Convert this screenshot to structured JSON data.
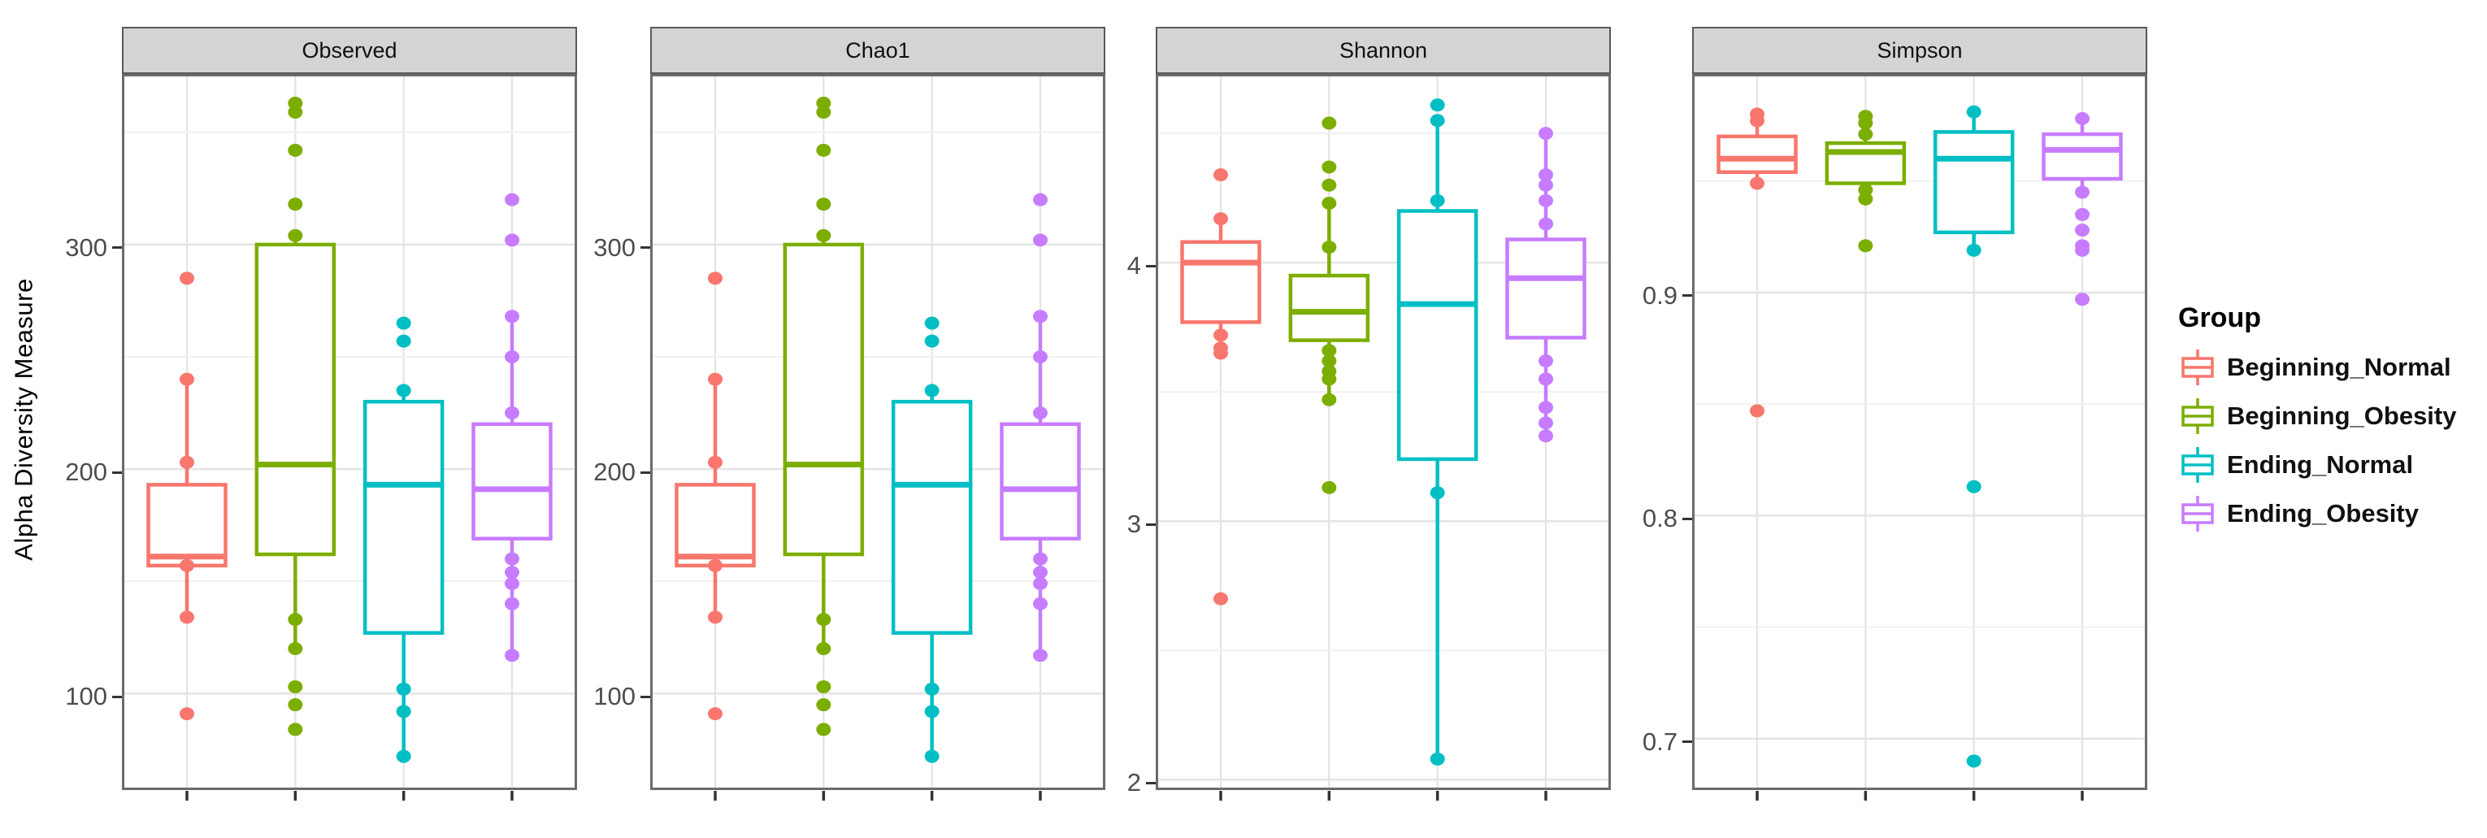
{
  "figure": {
    "y_axis_title": "Alpha Diversity Measure",
    "background": "#ffffff",
    "strip_bg": "#d4d4d4",
    "panel_border": "#6b6b6b",
    "grid_major": "#e4e4e4",
    "grid_minor": "#f1f1f1",
    "tick_color": "#333333",
    "tick_text_color": "#4d4d4d"
  },
  "legend": {
    "title": "Group",
    "entries": [
      {
        "label": "Beginning_Normal",
        "color": "#F8766D",
        "icon": "boxplot-key"
      },
      {
        "label": "Beginning_Obesity",
        "color": "#7CAE00",
        "icon": "boxplot-key"
      },
      {
        "label": "Ending_Normal",
        "color": "#00BFC4",
        "icon": "boxplot-key"
      },
      {
        "label": "Ending_Obesity",
        "color": "#C77CFF",
        "icon": "boxplot-key"
      }
    ]
  },
  "chart_data": {
    "type": "boxplot-faceted",
    "x_groups": [
      "Beginning_Normal",
      "Beginning_Obesity",
      "Ending_Normal",
      "Ending_Obesity"
    ],
    "group_colors": [
      "#F8766D",
      "#7CAE00",
      "#00BFC4",
      "#C77CFF"
    ],
    "legend_position": "right",
    "grid": true,
    "facets": [
      {
        "title": "Observed",
        "y_range": [
          57,
          376
        ],
        "y_ticks": [
          {
            "label": "100",
            "value": 100
          },
          {
            "label": "200",
            "value": 200
          },
          {
            "label": "300",
            "value": 300
          }
        ],
        "y_minor": [
          150,
          250,
          350
        ],
        "boxes": [
          {
            "group": "Beginning_Normal",
            "q1": 157,
            "median": 161,
            "q3": 193,
            "whisker_low": 134,
            "whisker_high": 240,
            "points": [
              285,
              240,
              203,
              157,
              134,
              91
            ]
          },
          {
            "group": "Beginning_Obesity",
            "q1": 162,
            "median": 202,
            "q3": 300,
            "whisker_low": 120,
            "whisker_high": 304,
            "points": [
              363,
              359,
              342,
              318,
              304,
              133,
              120,
              103,
              95,
              84
            ]
          },
          {
            "group": "Ending_Normal",
            "q1": 127,
            "median": 193,
            "q3": 230,
            "whisker_low": 72,
            "whisker_high": 235,
            "points": [
              265,
              257,
              235,
              102,
              92,
              72
            ]
          },
          {
            "group": "Ending_Obesity",
            "q1": 169,
            "median": 191,
            "q3": 220,
            "whisker_low": 117,
            "whisker_high": 268,
            "points": [
              320,
              302,
              268,
              250,
              225,
              160,
              154,
              149,
              140,
              117
            ]
          }
        ]
      },
      {
        "title": "Chao1",
        "y_range": [
          57,
          376
        ],
        "y_ticks": [
          {
            "label": "100",
            "value": 100
          },
          {
            "label": "200",
            "value": 200
          },
          {
            "label": "300",
            "value": 300
          }
        ],
        "y_minor": [
          150,
          250,
          350
        ],
        "boxes": [
          {
            "group": "Beginning_Normal",
            "q1": 157,
            "median": 161,
            "q3": 193,
            "whisker_low": 134,
            "whisker_high": 240,
            "points": [
              285,
              240,
              203,
              157,
              134,
              91
            ]
          },
          {
            "group": "Beginning_Obesity",
            "q1": 162,
            "median": 202,
            "q3": 300,
            "whisker_low": 120,
            "whisker_high": 304,
            "points": [
              363,
              359,
              342,
              318,
              304,
              133,
              120,
              103,
              95,
              84
            ]
          },
          {
            "group": "Ending_Normal",
            "q1": 127,
            "median": 193,
            "q3": 230,
            "whisker_low": 72,
            "whisker_high": 235,
            "points": [
              265,
              257,
              235,
              102,
              92,
              72
            ]
          },
          {
            "group": "Ending_Obesity",
            "q1": 169,
            "median": 191,
            "q3": 220,
            "whisker_low": 117,
            "whisker_high": 268,
            "points": [
              320,
              302,
              268,
              250,
              225,
              160,
              154,
              149,
              140,
              117
            ]
          }
        ]
      },
      {
        "title": "Shannon",
        "y_range": [
          1.96,
          4.73
        ],
        "y_ticks": [
          {
            "label": "2",
            "value": 2
          },
          {
            "label": "3",
            "value": 3
          },
          {
            "label": "4",
            "value": 4
          }
        ],
        "y_minor": [
          2.5,
          3.5,
          4.5
        ],
        "boxes": [
          {
            "group": "Beginning_Normal",
            "q1": 3.77,
            "median": 4.0,
            "q3": 4.08,
            "whisker_low": 3.65,
            "whisker_high": 4.17,
            "points": [
              4.34,
              4.17,
              3.72,
              3.67,
              3.65,
              2.7
            ]
          },
          {
            "group": "Beginning_Obesity",
            "q1": 3.7,
            "median": 3.81,
            "q3": 3.95,
            "whisker_low": 3.47,
            "whisker_high": 4.23,
            "points": [
              4.54,
              4.37,
              4.3,
              4.23,
              4.06,
              3.66,
              3.62,
              3.58,
              3.55,
              3.47,
              3.13
            ]
          },
          {
            "group": "Ending_Normal",
            "q1": 3.24,
            "median": 3.84,
            "q3": 4.2,
            "whisker_low": 2.08,
            "whisker_high": 4.55,
            "points": [
              4.61,
              4.55,
              4.24,
              3.11,
              2.08
            ]
          },
          {
            "group": "Ending_Obesity",
            "q1": 3.71,
            "median": 3.94,
            "q3": 4.09,
            "whisker_low": 3.33,
            "whisker_high": 4.5,
            "points": [
              4.5,
              4.34,
              4.3,
              4.24,
              4.15,
              3.62,
              3.55,
              3.44,
              3.38,
              3.33
            ]
          }
        ]
      },
      {
        "title": "Simpson",
        "y_range": [
          0.677,
          0.998
        ],
        "y_ticks": [
          {
            "label": "0.7",
            "value": 0.7
          },
          {
            "label": "0.8",
            "value": 0.8
          },
          {
            "label": "0.9",
            "value": 0.9
          }
        ],
        "y_minor": [
          0.75,
          0.85,
          0.95
        ],
        "boxes": [
          {
            "group": "Beginning_Normal",
            "q1": 0.954,
            "median": 0.96,
            "q3": 0.97,
            "whisker_low": 0.948,
            "whisker_high": 0.977,
            "points": [
              0.98,
              0.977,
              0.949,
              0.847
            ]
          },
          {
            "group": "Beginning_Obesity",
            "q1": 0.949,
            "median": 0.963,
            "q3": 0.967,
            "whisker_low": 0.942,
            "whisker_high": 0.976,
            "points": [
              0.979,
              0.976,
              0.971,
              0.946,
              0.942,
              0.921
            ]
          },
          {
            "group": "Ending_Normal",
            "q1": 0.927,
            "median": 0.96,
            "q3": 0.972,
            "whisker_low": 0.919,
            "whisker_high": 0.981,
            "points": [
              0.981,
              0.919,
              0.813,
              0.69
            ]
          },
          {
            "group": "Ending_Obesity",
            "q1": 0.951,
            "median": 0.964,
            "q3": 0.971,
            "whisker_low": 0.945,
            "whisker_high": 0.978,
            "points": [
              0.978,
              0.945,
              0.935,
              0.928,
              0.921,
              0.919,
              0.897
            ]
          }
        ]
      }
    ]
  }
}
